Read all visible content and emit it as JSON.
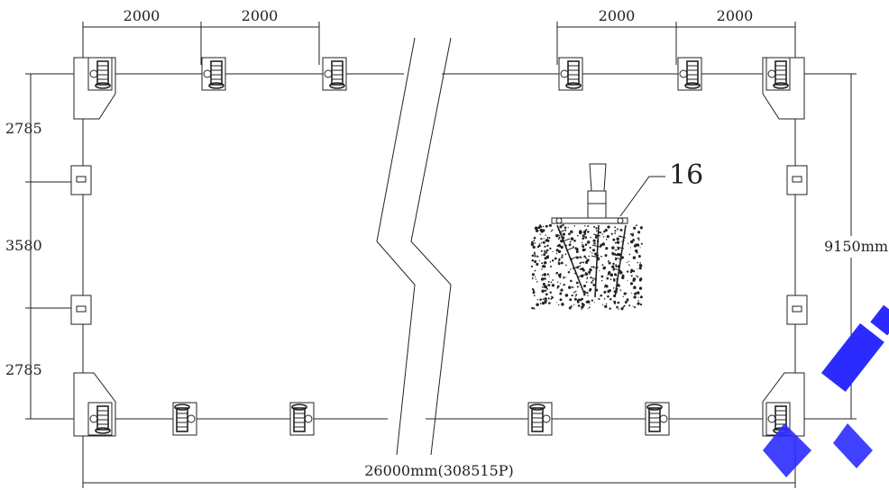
{
  "dimensions": {
    "top_left_spacing_1": "2000",
    "top_left_spacing_2": "2000",
    "top_right_spacing_1": "2000",
    "top_right_spacing_2": "2000",
    "left_top_segment": "2785",
    "left_middle_segment": "3580",
    "left_bottom_segment": "2785",
    "right_total_width": "9150mm",
    "bottom_total_length": "26000mm(308515P)"
  },
  "callout": {
    "part_number": "16"
  },
  "watermark": {
    "color": "#2b2bff"
  }
}
